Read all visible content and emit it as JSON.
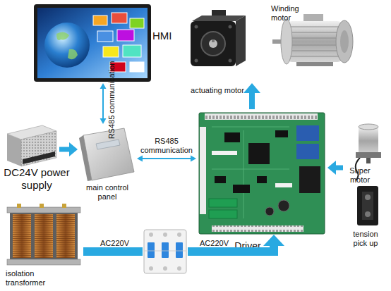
{
  "diagram": {
    "nodes": [
      {
        "text": [
          "HMI"
        ]
      },
      {
        "text": [
          "actuating motor"
        ]
      },
      {
        "text": [
          "Winding motor"
        ]
      },
      {
        "text": [
          "DC24V power supply"
        ]
      },
      {
        "text": [
          "main control panel"
        ]
      },
      {
        "text": [
          "Driver"
        ]
      },
      {
        "text": [
          "Super motor"
        ]
      },
      {
        "text": [
          "tension pick up"
        ]
      },
      {
        "text": [
          "isolation transformer"
        ]
      }
    ],
    "edges": [
      {
        "from": 0,
        "to": 4,
        "arrow": "both",
        "label": "RS485 communication"
      },
      {
        "from": 3,
        "to": 4,
        "arrow": "to"
      },
      {
        "from": 4,
        "to": 5,
        "arrow": "both",
        "label": "RS485 communication"
      },
      {
        "from": 5,
        "to": 1,
        "arrow": "to"
      },
      {
        "from": 6,
        "to": 5,
        "arrow": "to"
      },
      {
        "from": 8,
        "to": 5,
        "arrow": "to",
        "label": "AC220V"
      }
    ],
    "labels": [
      "AC220V"
    ]
  }
}
